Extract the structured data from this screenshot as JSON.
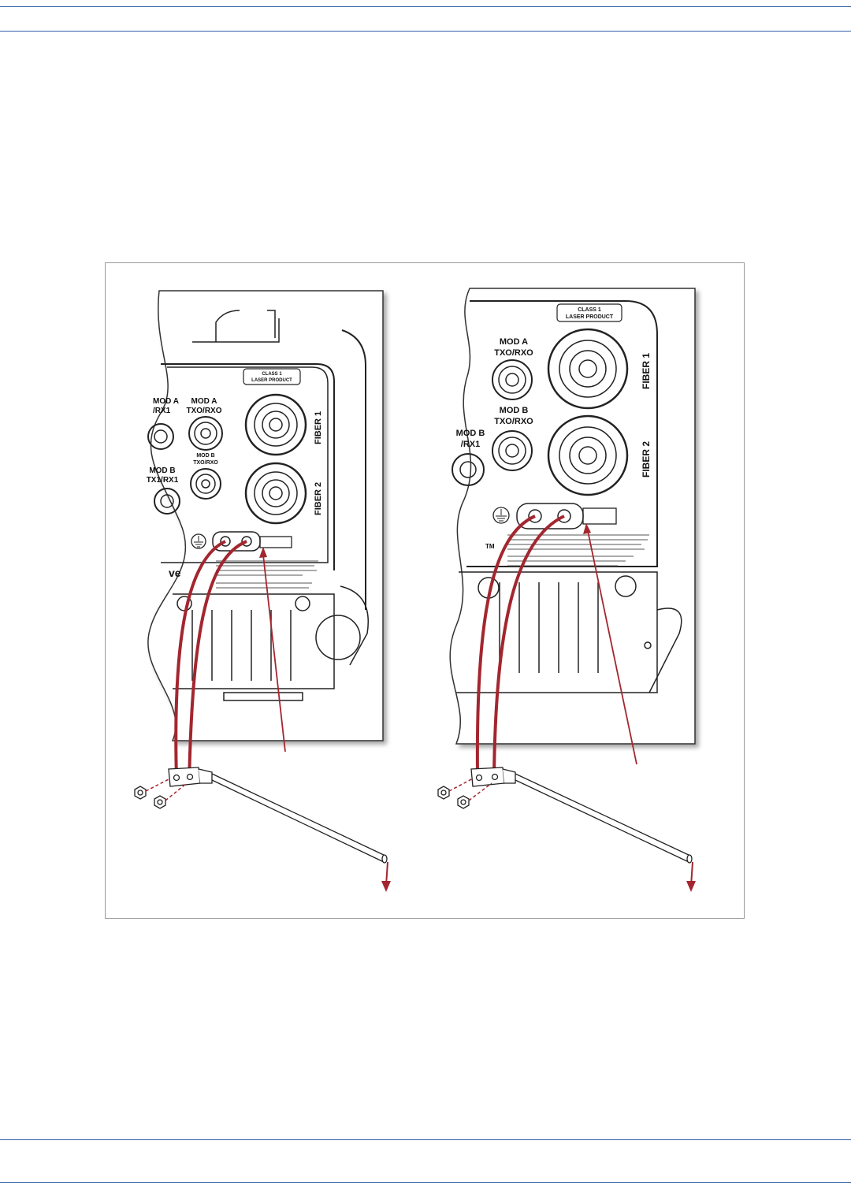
{
  "colors": {
    "rule": "#2f5fa7",
    "frame_border": "#9a9a9a",
    "wire": "#a3262f",
    "line_art": "#1a1a1a"
  },
  "figure": {
    "left_panel": {
      "laser_label_line1": "CLASS 1",
      "laser_label_line2": "LASER PRODUCT",
      "mod_a_tx1_partial_line1": "MOD A",
      "mod_a_tx1_partial_line2": "/RX1",
      "mod_a_label_line1": "MOD A",
      "mod_a_label_line2": "TXO/RXO",
      "mod_b_label_line1": "MOD B",
      "mod_b_label_line2": "TXO/RXO",
      "mod_b_tx1_line1": "MOD B",
      "mod_b_tx1_line2": "TX1/RX1",
      "fiber1": "FIBER 1",
      "fiber2": "FIBER 2",
      "brand_fragment": "ve"
    },
    "right_panel": {
      "laser_label_line1": "CLASS 1",
      "laser_label_line2": "LASER PRODUCT",
      "mod_a_label_line1": "MOD A",
      "mod_a_label_line2": "TXO/RXO",
      "mod_b_label_line1": "MOD B",
      "mod_b_label_line2": "TXO/RXO",
      "mod_b_partial_line1": "MOD B",
      "mod_b_partial_line2": "/RX1",
      "fiber1": "FIBER 1",
      "fiber2": "FIBER 2",
      "tm_mark": "TM"
    }
  }
}
